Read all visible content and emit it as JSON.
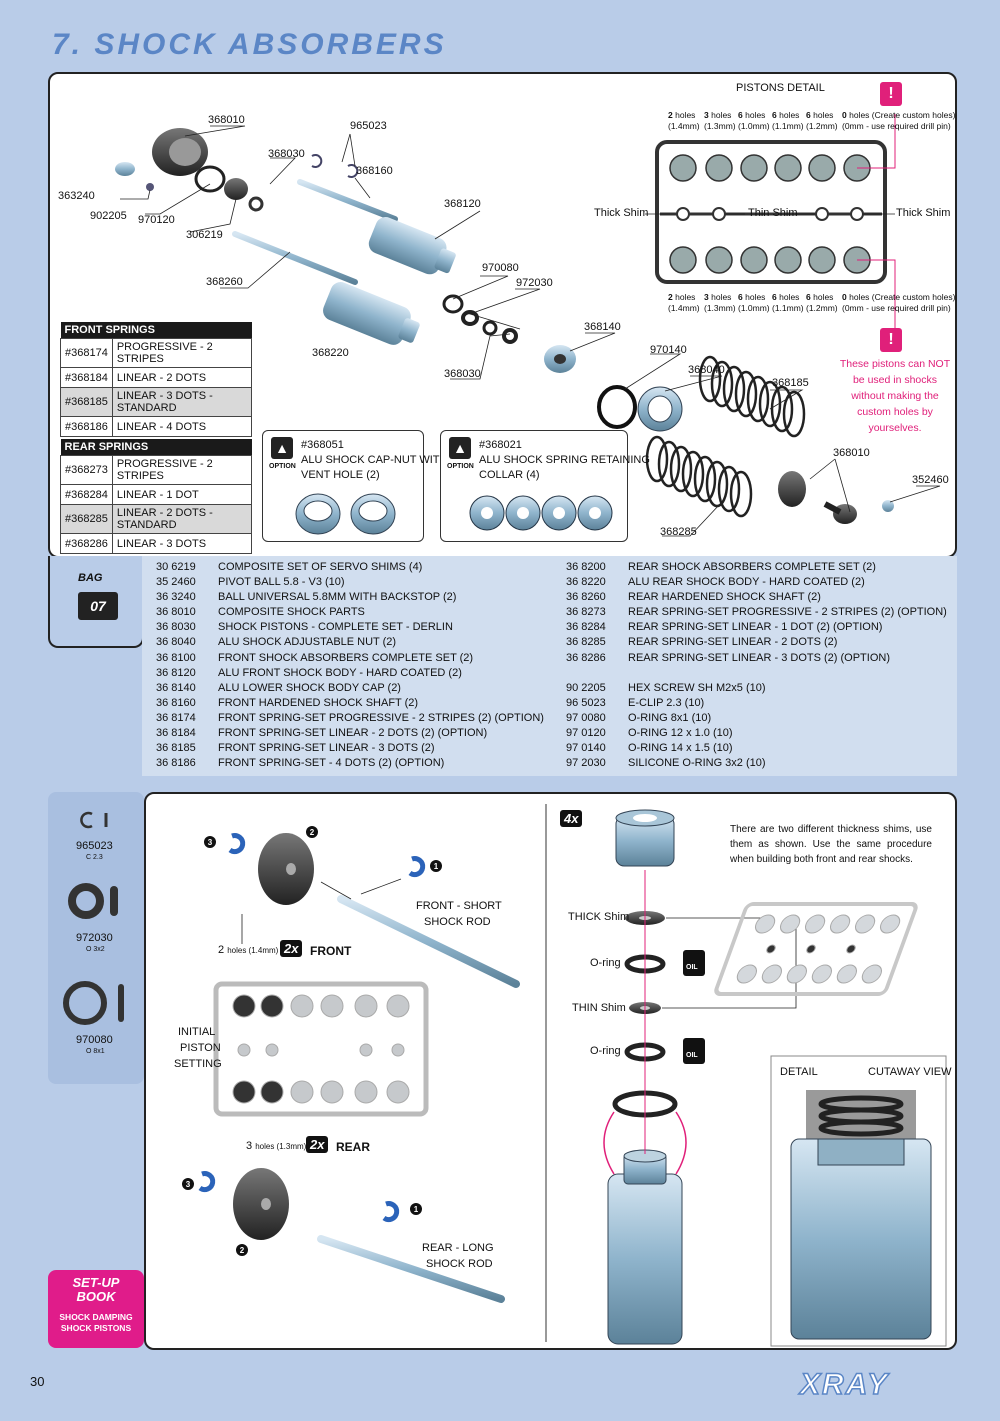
{
  "page_title": "7. SHOCK ABSORBERS",
  "page_number": "30",
  "brand": "XRAY",
  "pistons_detail": {
    "title": "PISTONS DETAIL",
    "holes_top": [
      {
        "n": "2",
        "w": "holes",
        "mm": "(1.4mm)"
      },
      {
        "n": "3",
        "w": "holes",
        "mm": "(1.3mm)"
      },
      {
        "n": "6",
        "w": "holes",
        "mm": "(1.0mm)"
      },
      {
        "n": "6",
        "w": "holes",
        "mm": "(1.1mm)"
      },
      {
        "n": "6",
        "w": "holes",
        "mm": "(1.2mm)"
      },
      {
        "n": "0",
        "w": "holes (Create custom  holes)",
        "mm": "(0mm - use required drill pin)"
      }
    ],
    "thick_shim_left": "Thick Shim",
    "thin_shim": "Thin Shim",
    "thick_shim_right": "Thick Shim",
    "warning": "These pistons can NOT be used in shocks without making the custom holes by yourselves."
  },
  "part_labels": {
    "p368010": "368010",
    "p965023": "965023",
    "p368030a": "368030",
    "p368160": "368160",
    "p363240": "363240",
    "p902205": "902205",
    "p970120": "970120",
    "p306219": "306219",
    "p368120": "368120",
    "p368260": "368260",
    "p970080": "970080",
    "p972030": "972030",
    "p368140": "368140",
    "p368220": "368220",
    "p368030b": "368030",
    "p970140": "970140",
    "p368040": "368040",
    "p368185": "368185",
    "p368010b": "368010",
    "p352460": "352460",
    "p368285": "368285"
  },
  "front_springs": {
    "header": "FRONT SPRINGS",
    "rows": [
      {
        "code": "#368174",
        "desc": "PROGRESSIVE - 2 STRIPES",
        "std": false
      },
      {
        "code": "#368184",
        "desc": "LINEAR - 2 DOTS",
        "std": false
      },
      {
        "code": "#368185",
        "desc": "LINEAR - 3 DOTS - STANDARD",
        "std": true
      },
      {
        "code": "#368186",
        "desc": "LINEAR - 4 DOTS",
        "std": false
      }
    ]
  },
  "rear_springs": {
    "header": "REAR SPRINGS",
    "rows": [
      {
        "code": "#368273",
        "desc": "PROGRESSIVE - 2 STRIPES",
        "std": false
      },
      {
        "code": "#368284",
        "desc": "LINEAR - 1 DOT",
        "std": false
      },
      {
        "code": "#368285",
        "desc": "LINEAR - 2 DOTS - STANDARD",
        "std": true
      },
      {
        "code": "#368286",
        "desc": "LINEAR - 3 DOTS",
        "std": false
      }
    ]
  },
  "options": [
    {
      "code": "#368051",
      "desc1": "ALU SHOCK CAP-NUT WITH",
      "desc2": "VENT HOLE (2)",
      "tag": "OPTION"
    },
    {
      "code": "#368021",
      "desc1": "ALU SHOCK SPRING RETAINING",
      "desc2": "COLLAR (4)",
      "tag": "OPTION"
    }
  ],
  "bag": {
    "label": "BAG",
    "number": "07"
  },
  "parts_left": [
    {
      "code": "30 6219",
      "desc": "COMPOSITE SET OF SERVO SHIMS (4)"
    },
    {
      "code": "35 2460",
      "desc": "PIVOT BALL 5.8 - V3 (10)"
    },
    {
      "code": "36 3240",
      "desc": "BALL UNIVERSAL 5.8MM WITH BACKSTOP (2)"
    },
    {
      "code": "36 8010",
      "desc": "COMPOSITE SHOCK PARTS"
    },
    {
      "code": "36 8030",
      "desc": "SHOCK PISTONS - COMPLETE SET - DERLIN"
    },
    {
      "code": "36 8040",
      "desc": "ALU SHOCK ADJUSTABLE NUT (2)"
    },
    {
      "code": "36 8100",
      "desc": "FRONT SHOCK ABSORBERS COMPLETE SET (2)"
    },
    {
      "code": "36 8120",
      "desc": "ALU FRONT SHOCK BODY - HARD COATED (2)"
    },
    {
      "code": "36 8140",
      "desc": "ALU LOWER SHOCK BODY CAP (2)"
    },
    {
      "code": "36 8160",
      "desc": "FRONT HARDENED SHOCK SHAFT (2)"
    },
    {
      "code": "36 8174",
      "desc": "FRONT SPRING-SET PROGRESSIVE - 2 STRIPES (2) (OPTION)"
    },
    {
      "code": "36 8184",
      "desc": "FRONT SPRING-SET LINEAR - 2 DOTS (2) (OPTION)"
    },
    {
      "code": "36 8185",
      "desc": "FRONT SPRING-SET LINEAR - 3 DOTS (2)"
    },
    {
      "code": "36 8186",
      "desc": "FRONT SPRING-SET - 4 DOTS (2) (OPTION)"
    }
  ],
  "parts_right": [
    {
      "code": "36 8200",
      "desc": "REAR SHOCK ABSORBERS COMPLETE SET (2)"
    },
    {
      "code": "36 8220",
      "desc": "ALU REAR SHOCK BODY - HARD COATED (2)"
    },
    {
      "code": "36 8260",
      "desc": "REAR HARDENED SHOCK SHAFT (2)"
    },
    {
      "code": "36 8273",
      "desc": "REAR SPRING-SET PROGRESSIVE - 2 STRIPES (2) (OPTION)"
    },
    {
      "code": "36 8284",
      "desc": "REAR SPRING-SET LINEAR - 1 DOT (2) (OPTION)"
    },
    {
      "code": "36 8285",
      "desc": "REAR SPRING-SET LINEAR - 2 DOTS (2)"
    },
    {
      "code": "36 8286",
      "desc": "REAR SPRING-SET LINEAR - 3 DOTS (2) (OPTION)"
    },
    {
      "code": "",
      "desc": ""
    },
    {
      "code": "90 2205",
      "desc": "HEX SCREW  SH M2x5  (10)"
    },
    {
      "code": "96 5023",
      "desc": "E-CLIP 2.3  (10)"
    },
    {
      "code": "97 0080",
      "desc": "O-RING 8x1  (10)"
    },
    {
      "code": "97 0120",
      "desc": "O-RING 12 x 1.0  (10)"
    },
    {
      "code": "97 0140",
      "desc": "O-RING 14 x 1.5  (10)"
    },
    {
      "code": "97 2030",
      "desc": "SILICONE O-RING 3x2  (10)"
    }
  ],
  "side_parts": [
    {
      "code": "965023",
      "sub": "C 2.3"
    },
    {
      "code": "972030",
      "sub": "O 3x2"
    },
    {
      "code": "970080",
      "sub": "O 8x1"
    }
  ],
  "setup_book": {
    "line1": "SET-UP",
    "line2": "BOOK",
    "line3": "SHOCK DAMPING",
    "line4": "SHOCK PISTONS"
  },
  "assembly": {
    "front_rod": "FRONT - SHORT",
    "front_rod2": "SHOCK ROD",
    "rear_rod": "REAR - LONG",
    "rear_rod2": "SHOCK ROD",
    "front_holes_n": "2",
    "front_holes": "holes (1.4mm)",
    "rear_holes_n": "3",
    "rear_holes": "holes (1.3mm)",
    "mult_front": "2x",
    "front": "FRONT",
    "mult_rear": "2x",
    "rear": "REAR",
    "initial1": "INITIAL",
    "initial2": "PISTON",
    "initial3": "SETTING",
    "step1": "1",
    "step2": "2",
    "step3": "3",
    "mult_4x": "4x",
    "note": "There are two different thickness shims, use them as shown. Use the same procedure when building both front and rear shocks.",
    "thick_shim": "THICK Shim",
    "oring1": "O-ring",
    "thin_shim": "THIN Shim",
    "oring2": "O-ring",
    "oil": "OIL",
    "detail": "DETAIL",
    "cutaway": "CUTAWAY VIEW"
  }
}
